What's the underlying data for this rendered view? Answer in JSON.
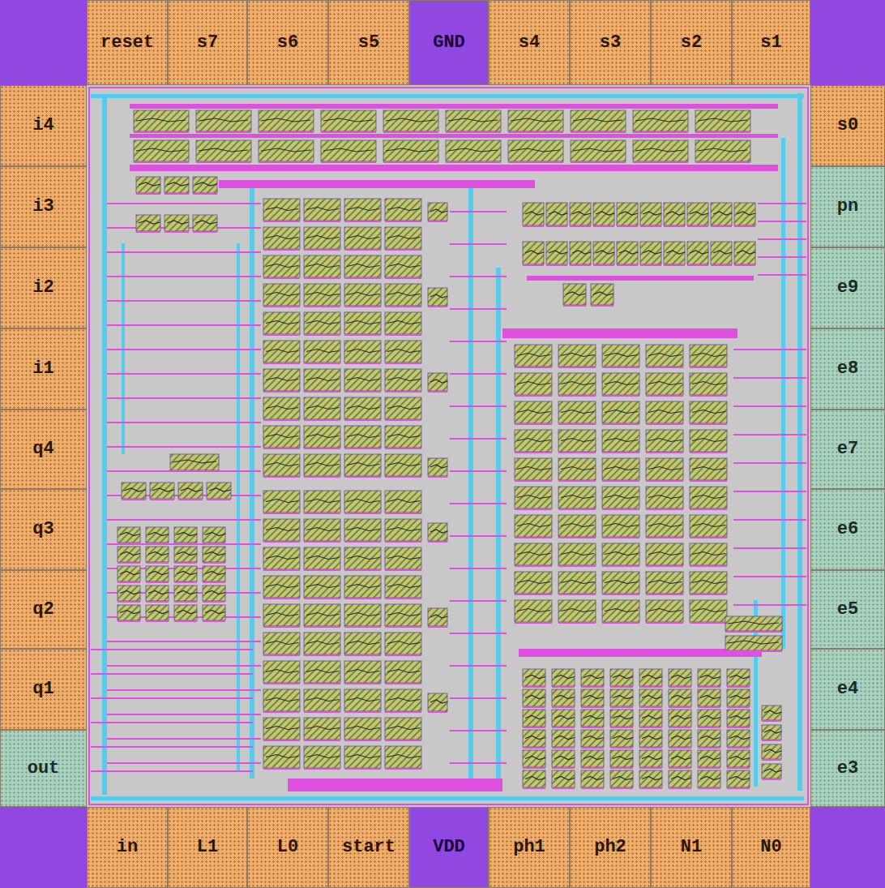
{
  "diagram": {
    "nodes": [
      {
        "text": [
          "reset"
        ]
      },
      {
        "text": [
          "s7"
        ]
      },
      {
        "text": [
          "s6"
        ]
      },
      {
        "text": [
          "s5"
        ]
      },
      {
        "text": [
          "GND"
        ]
      },
      {
        "text": [
          "s4"
        ]
      },
      {
        "text": [
          "s3"
        ]
      },
      {
        "text": [
          "s2"
        ]
      },
      {
        "text": [
          "s1"
        ]
      },
      {
        "text": [
          "i4"
        ]
      },
      {
        "text": [
          "s0"
        ]
      },
      {
        "text": [
          "i3"
        ]
      },
      {
        "text": [
          "pn"
        ]
      },
      {
        "text": [
          "i2"
        ]
      },
      {
        "text": [
          "e9"
        ]
      },
      {
        "text": [
          "i1"
        ]
      },
      {
        "text": [
          "e8"
        ]
      },
      {
        "text": [
          "q4"
        ]
      },
      {
        "text": [
          "e7"
        ]
      },
      {
        "text": [
          "q3"
        ]
      },
      {
        "text": [
          "e6"
        ]
      },
      {
        "text": [
          "q2"
        ]
      },
      {
        "text": [
          "e5"
        ]
      },
      {
        "text": [
          "q1"
        ]
      },
      {
        "text": [
          "e4"
        ]
      },
      {
        "text": [
          "out"
        ]
      },
      {
        "text": [
          "e3"
        ]
      },
      {
        "text": [
          "in"
        ]
      },
      {
        "text": [
          "L1"
        ]
      },
      {
        "text": [
          "L0"
        ]
      },
      {
        "text": [
          "start"
        ]
      },
      {
        "text": [
          "VDD"
        ]
      },
      {
        "text": [
          "ph1"
        ]
      },
      {
        "text": [
          "ph2"
        ]
      },
      {
        "text": [
          "N1"
        ]
      },
      {
        "text": [
          "N0"
        ]
      }
    ]
  }
}
